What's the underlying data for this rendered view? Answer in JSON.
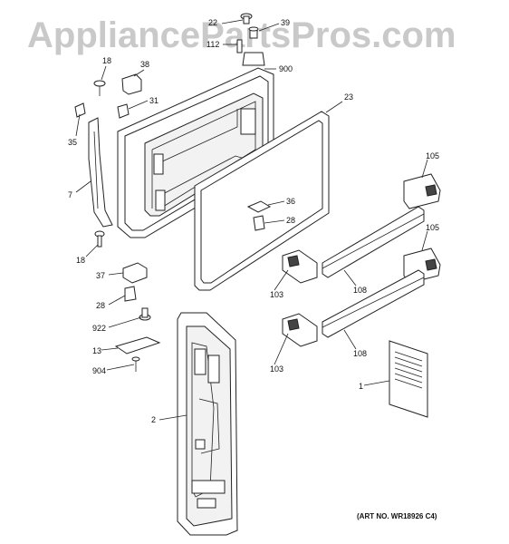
{
  "watermark": "AppliancePartsPros.com",
  "art_number": "(ART NO. WR18926 C4)",
  "callouts": {
    "c22": "22",
    "c39": "39",
    "c112": "112",
    "c900": "900",
    "c18a": "18",
    "c38": "38",
    "c31": "31",
    "c23": "23",
    "c35": "35",
    "c7": "7",
    "c36": "36",
    "c28a": "28",
    "c105a": "105",
    "c105b": "105",
    "c18b": "18",
    "c37": "37",
    "c28b": "28",
    "c103a": "103",
    "c108a": "108",
    "c922": "922",
    "c13": "13",
    "c904": "904",
    "c103b": "103",
    "c108b": "108",
    "c1": "1",
    "c2": "2"
  }
}
